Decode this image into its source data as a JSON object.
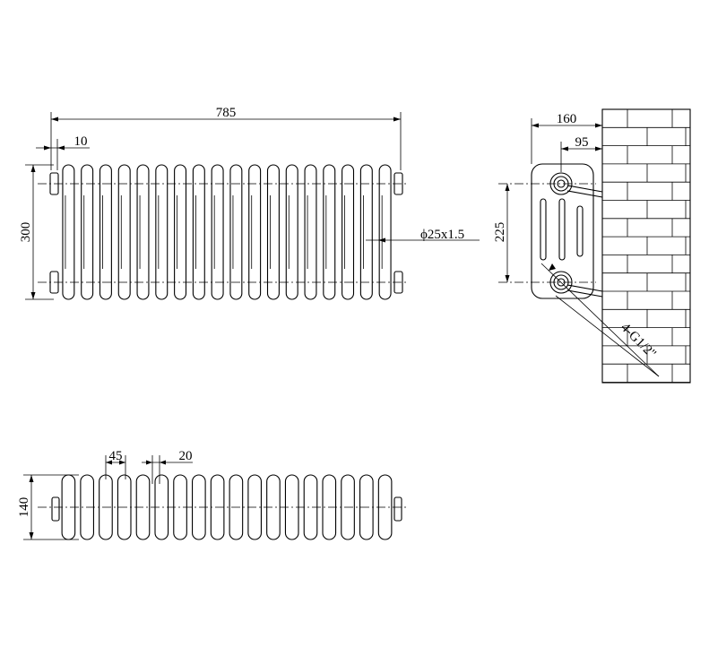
{
  "front_view": {
    "width_label": "785",
    "offset_label": "10",
    "height_label": "300",
    "tube_label": "ϕ25x1.5",
    "column_count": 18
  },
  "side_view": {
    "depth_label": "160",
    "wall_gap_label": "95",
    "centres_label": "225",
    "connection_label": "4-G1/2\""
  },
  "top_view": {
    "pitch_label": "45",
    "gap_label": "20",
    "depth_label": "140",
    "column_count": 18
  }
}
